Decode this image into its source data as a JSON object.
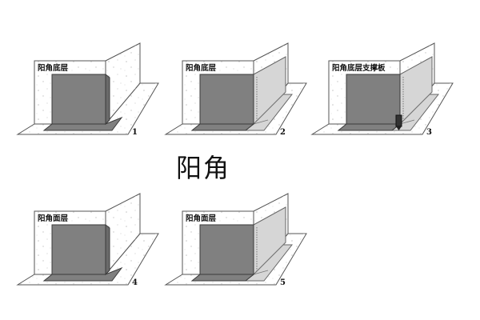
{
  "title": "阳角",
  "panels": [
    {
      "number": "1",
      "label": "阳角底层",
      "variant": "base"
    },
    {
      "number": "2",
      "label": "阳角底层",
      "variant": "folded"
    },
    {
      "number": "3",
      "label": "阳角底层支撑板",
      "variant": "support"
    },
    {
      "number": "4",
      "label": "阳角面层",
      "variant": "base"
    },
    {
      "number": "5",
      "label": "阳角面层",
      "variant": "folded"
    }
  ],
  "colors": {
    "membrane_dark": "#808080",
    "membrane_light": "#d6d6d6",
    "support_block": "#333333",
    "outline": "#555555"
  }
}
